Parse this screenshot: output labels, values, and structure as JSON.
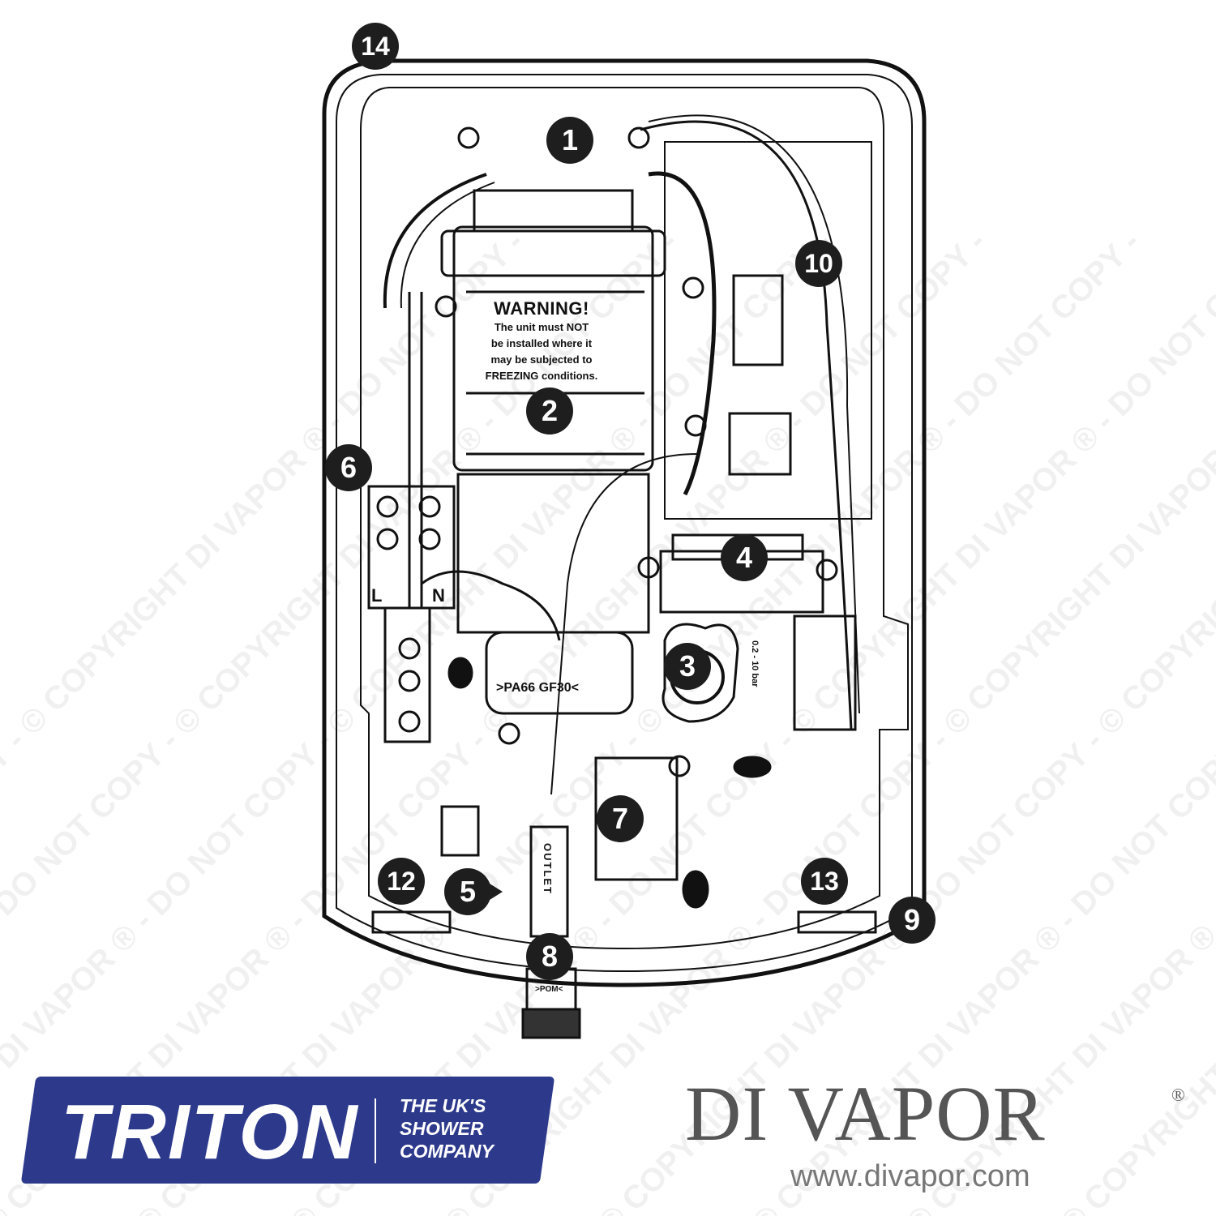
{
  "watermark": "© COPYRIGHT DI VAPOR ® - DO NOT COPY - © COPYRIGHT DI VAPOR ® - DO NOT COPY -",
  "callouts": [
    "1",
    "2",
    "3",
    "4",
    "5",
    "6",
    "7",
    "8",
    "9",
    "10",
    "12",
    "13",
    "14"
  ],
  "warning": {
    "title": "WARNING!",
    "line1": "The unit must NOT",
    "line2": "be installed where it",
    "line3": "may be subjected to",
    "line4": "FREEZING conditions."
  },
  "terminal_labels": {
    "live": "L",
    "neutral": "N"
  },
  "markings": {
    "material": ">PA66 GF30<",
    "outlet": "OUTLET",
    "pressure": "0.2 - 10 bar",
    "pom": ">POM<"
  },
  "triton": {
    "name": "TRITON",
    "tag1": "THE UK'S",
    "tag2": "SHOWER",
    "tag3": "COMPANY"
  },
  "divapor": {
    "name": "DI VAPOR",
    "reg": "®",
    "url": "www.divapor.com"
  }
}
